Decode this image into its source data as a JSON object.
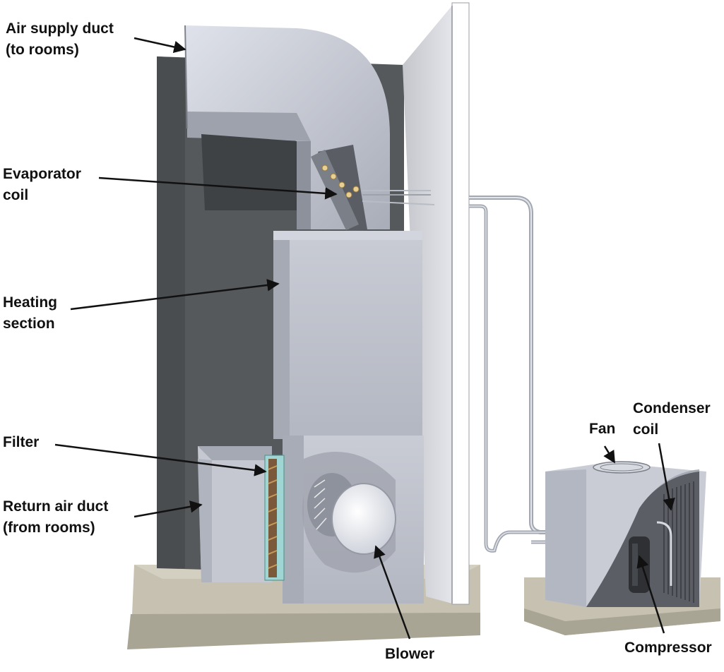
{
  "labels": {
    "air_supply_duct": [
      "Air supply duct",
      "(to rooms)"
    ],
    "evaporator_coil": [
      "Evaporator",
      "coil"
    ],
    "heating_section": [
      "Heating",
      "section"
    ],
    "filter": [
      "Filter"
    ],
    "return_air_duct": [
      "Return air duct",
      "(from rooms)"
    ],
    "blower": [
      "Blower"
    ],
    "fan": [
      "Fan"
    ],
    "condenser_coil": [
      "Condenser",
      "coil"
    ],
    "compressor": [
      "Compressor"
    ]
  },
  "colors": {
    "wall_dark": "#56595c",
    "duct_metal": "#b9bdc7",
    "duct_light": "#d9dce4",
    "duct_shadow": "#8f939d",
    "base_slab": "#c6c1b0",
    "filter_teal": "#9fd5d2",
    "coil_copper": "#c79a5a",
    "label_text": "#111111"
  }
}
